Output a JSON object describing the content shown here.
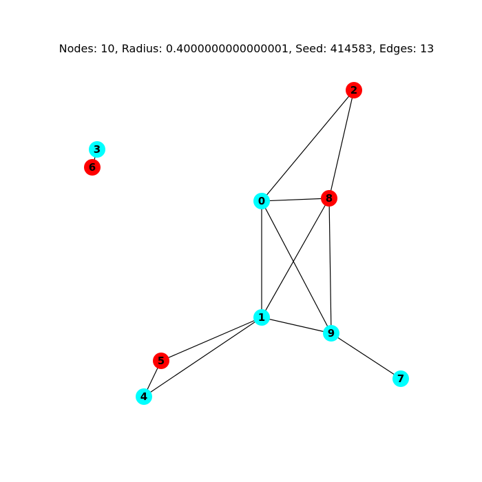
{
  "title": "Nodes: 10, Radius: 0.4000000000000001, Seed: 414583, Edges: 13",
  "colors": {
    "cyan": "#00ffff",
    "red": "#ff0000",
    "edge": "#000000",
    "label": "#000000"
  },
  "nodes": [
    {
      "id": "0",
      "label": "0",
      "color": "cyan"
    },
    {
      "id": "1",
      "label": "1",
      "color": "cyan"
    },
    {
      "id": "2",
      "label": "2",
      "color": "red"
    },
    {
      "id": "3",
      "label": "3",
      "color": "cyan"
    },
    {
      "id": "4",
      "label": "4",
      "color": "cyan"
    },
    {
      "id": "5",
      "label": "5",
      "color": "red"
    },
    {
      "id": "6",
      "label": "6",
      "color": "red"
    },
    {
      "id": "7",
      "label": "7",
      "color": "cyan"
    },
    {
      "id": "8",
      "label": "8",
      "color": "red"
    },
    {
      "id": "9",
      "label": "9",
      "color": "cyan"
    }
  ],
  "edges": [
    [
      "0",
      "2"
    ],
    [
      "0",
      "8"
    ],
    [
      "0",
      "1"
    ],
    [
      "0",
      "9"
    ],
    [
      "2",
      "8"
    ],
    [
      "8",
      "1"
    ],
    [
      "8",
      "9"
    ],
    [
      "1",
      "9"
    ],
    [
      "1",
      "5"
    ],
    [
      "1",
      "4"
    ],
    [
      "5",
      "4"
    ],
    [
      "9",
      "7"
    ],
    [
      "3",
      "6"
    ]
  ]
}
